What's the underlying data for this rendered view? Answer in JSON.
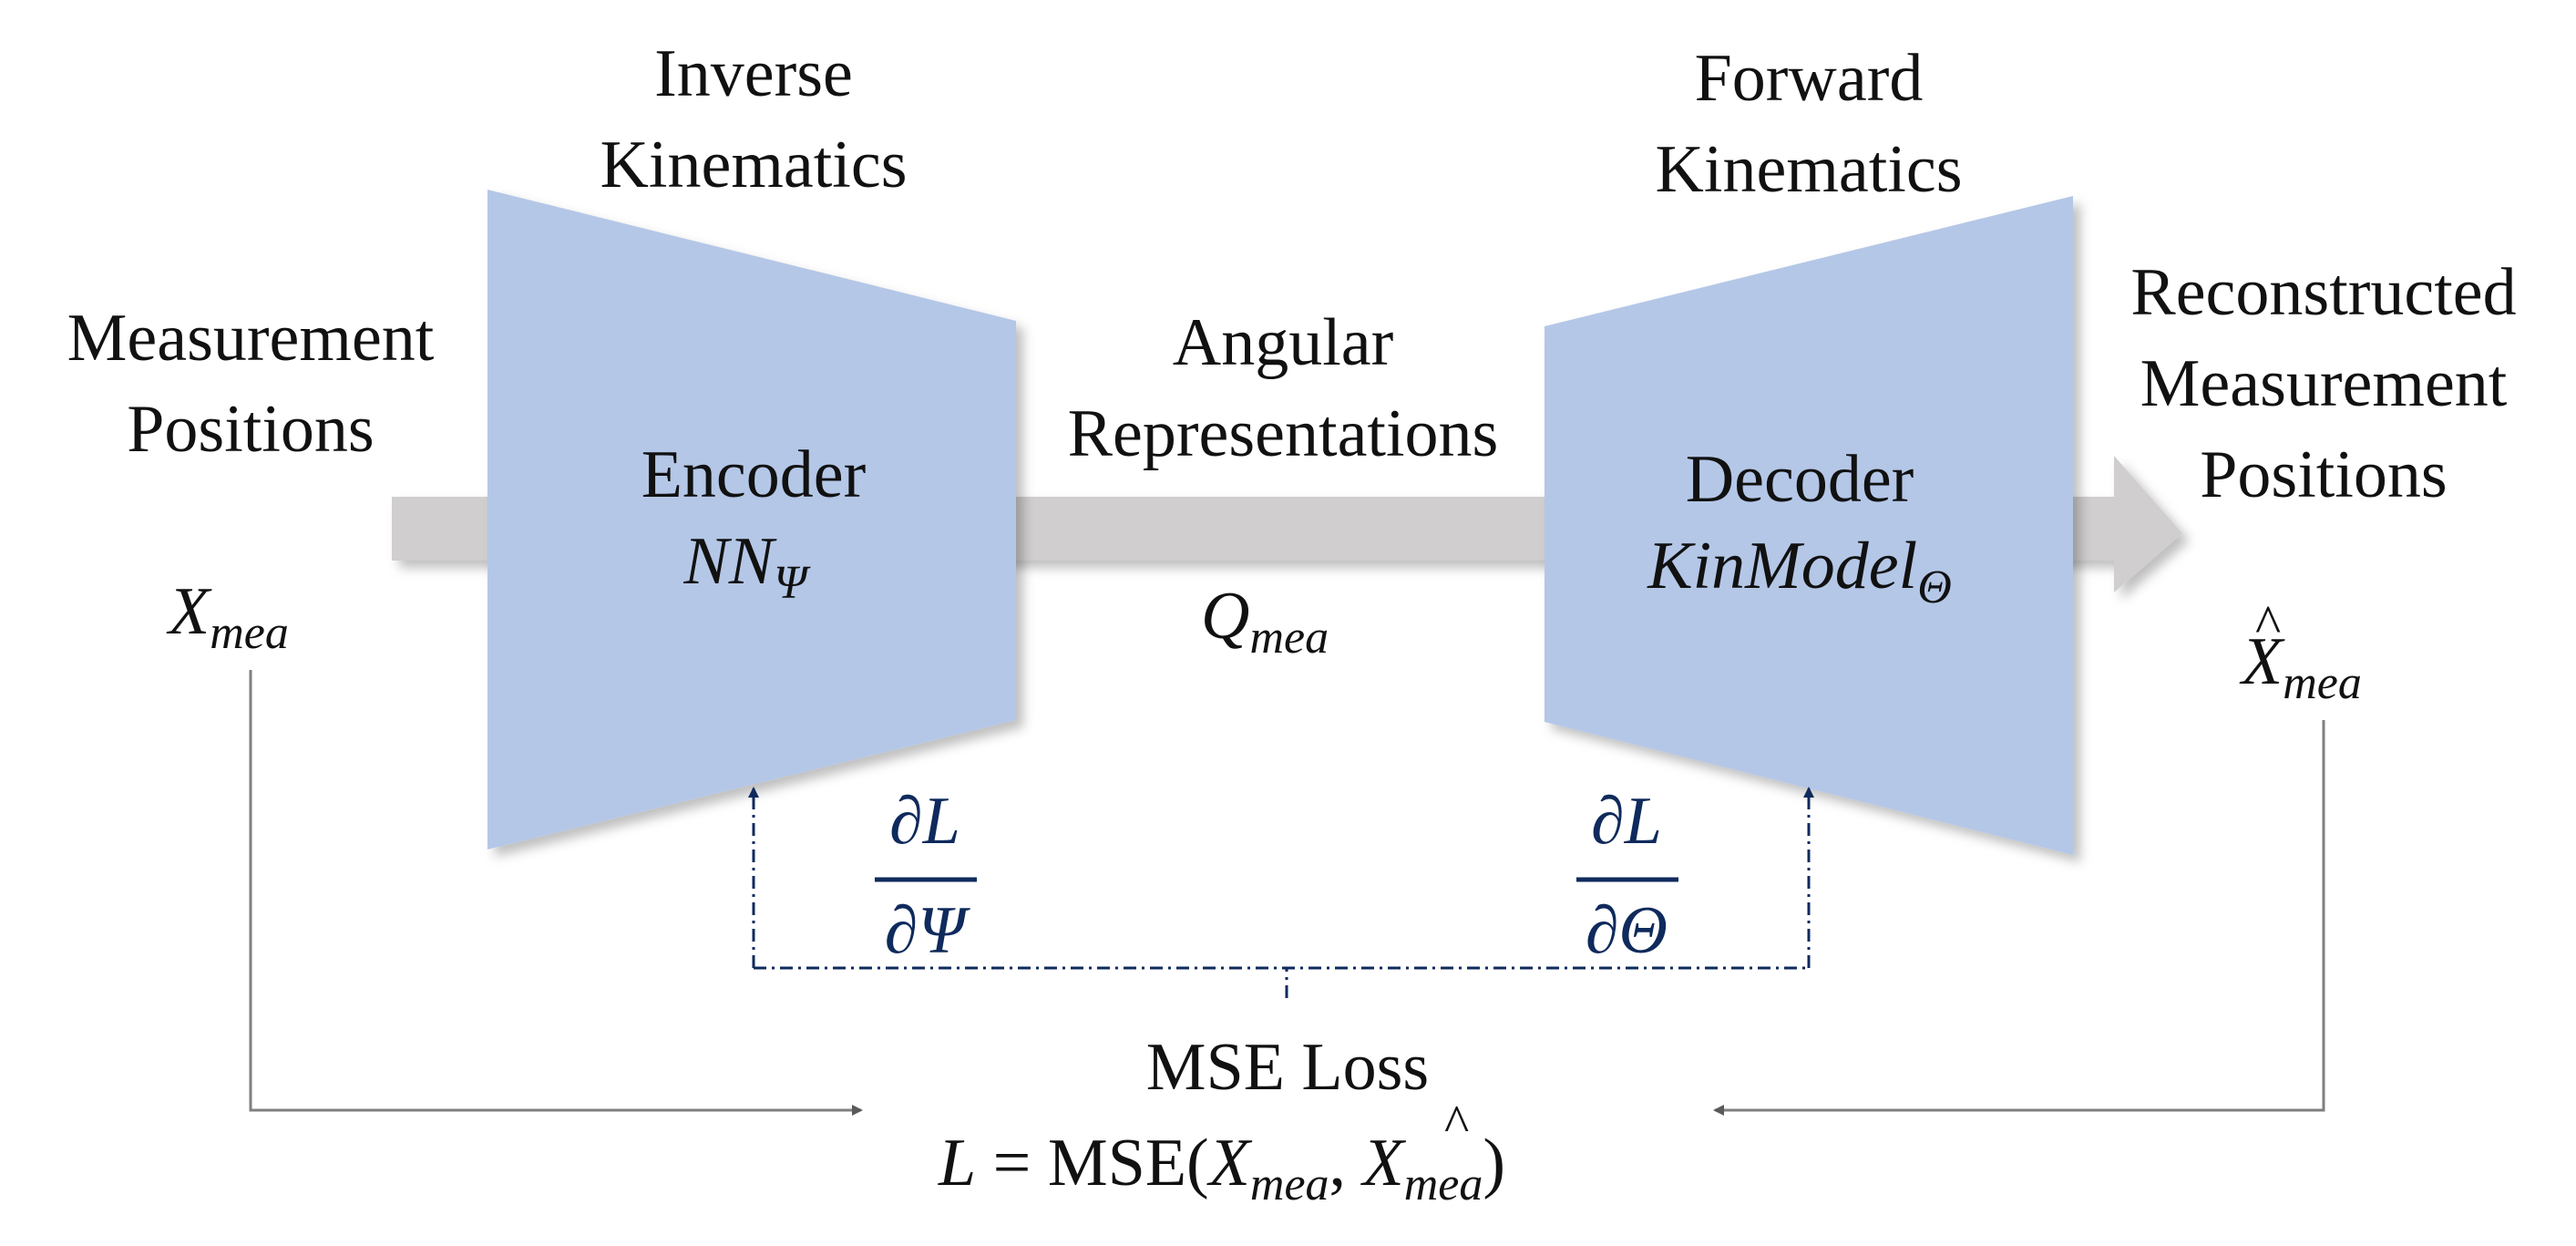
{
  "labels": {
    "inverse": [
      "Inverse",
      "Kinematics"
    ],
    "forward": [
      "Forward",
      "Kinematics"
    ],
    "measurement": [
      "Measurement",
      "Positions"
    ],
    "angular": [
      "Angular",
      "Representations"
    ],
    "reconstructed": [
      "Reconstructed",
      "Measurement",
      "Positions"
    ],
    "encoder": "Encoder",
    "decoder": "Decoder",
    "mse_loss": "MSE Loss"
  },
  "math": {
    "nn": "NN",
    "nn_sub": "Ψ",
    "kin": "KinModel",
    "kin_sub": "Θ",
    "x": "X",
    "x_sub": "mea",
    "xhat_mark": "^",
    "q": "Q",
    "q_sub": "mea",
    "partial_L": "∂L",
    "partial_psi": "∂Ψ",
    "partial_theta": "∂Θ",
    "loss_lhs": "L",
    "loss_eq": " = MSE(",
    "loss_comma": ", ",
    "loss_close": ")"
  },
  "colors": {
    "block": "#b4c7e7",
    "arrow": "#d0cece",
    "grad": "#0f2a5c",
    "line": "#7f7f7f"
  }
}
